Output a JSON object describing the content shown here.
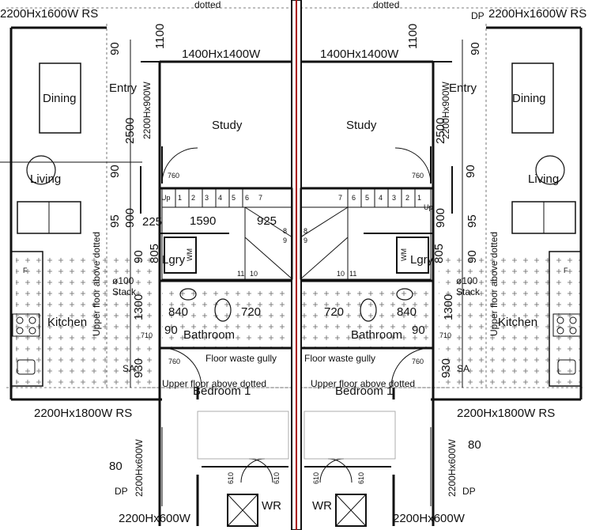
{
  "rooms": {
    "dining": "Dining",
    "living": "Living",
    "kitchen": "Kitchen",
    "entry": "Entry",
    "study": "Study",
    "bathroom": "Bathroom",
    "lgry": "Lgry",
    "bedroom": "Bedroom 1",
    "wr": "WR"
  },
  "windows": {
    "top_outer": "2200Hx1600W RS",
    "top_inner": "1400Hx1400W",
    "entry_side": "2200Hx900W",
    "kitchen_bottom": "2200Hx1800W RS",
    "bedroom_side": "2200Hx600W",
    "bottom": "2200Hx600W"
  },
  "dims": {
    "d1100": "1100",
    "d90": "90",
    "d2500": "2500",
    "d760": "760",
    "d95": "95",
    "d900": "900",
    "d225": "225",
    "d1590": "1590",
    "d925": "925",
    "d805": "805",
    "d1300": "1300",
    "d840": "840",
    "d720": "720",
    "d710": "710",
    "d930": "930",
    "d80": "80",
    "d610": "610"
  },
  "notes": {
    "dotted": "dotted",
    "dp": "DP",
    "upper_floor": "Upper floor above dotted",
    "stack": "ø100 Stack",
    "floor_waste": "Floor waste gully",
    "sa": "SA",
    "up": "Up",
    "wm": "WM",
    "f": "F"
  },
  "stairs": {
    "left": [
      "1",
      "2",
      "3",
      "4",
      "5",
      "6",
      "7"
    ],
    "right": [
      "7",
      "6",
      "5",
      "4",
      "3",
      "2",
      "1"
    ],
    "landing_left": [
      "8",
      "9",
      "11",
      "10"
    ],
    "landing_right": [
      "8",
      "9",
      "10",
      "11"
    ]
  }
}
